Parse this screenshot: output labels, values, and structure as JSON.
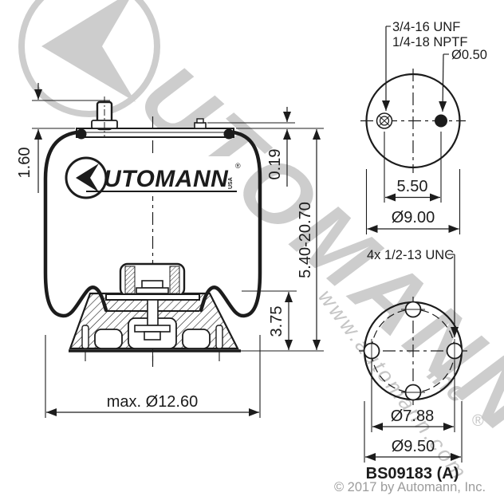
{
  "page": {
    "background": "#ffffff",
    "line_color": "#1c1c1c",
    "watermark_color": "#cdcdcd",
    "muted_color": "#9c9c9c"
  },
  "logo": {
    "wordmark_tail": "UTOMANN",
    "usa": "USA",
    "registered": "®"
  },
  "side_view": {
    "dim_stud_height": "1.60",
    "dim_plate_step": "0.19",
    "dim_height_range": "5.40-20.70",
    "dim_piston_height": "3.75",
    "dim_max_diameter": "max. Ø12.60"
  },
  "top_view": {
    "label_thread": "3/4-16 UNF",
    "label_port": "1/4-18 NPTF",
    "label_hole": "Ø0.50",
    "dim_hole_spacing": "5.50",
    "dim_diameter": "Ø9.00"
  },
  "bottom_view": {
    "label_bolts": "4x 1/2-13 UNC",
    "dim_bolt_circle": "Ø7.88",
    "dim_diameter": "Ø9.50"
  },
  "footer": {
    "part_number": "BS09183 (A)",
    "copyright": "© 2017 by Automann, Inc."
  },
  "watermark": {
    "big_text": "UTOMANN",
    "url": "www.automann.com",
    "suffix": "Inc",
    "registered": "®"
  }
}
